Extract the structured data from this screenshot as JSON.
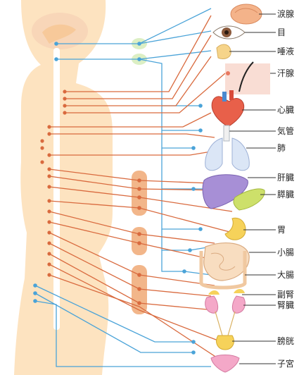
{
  "colors": {
    "body_fill": "#fde3c0",
    "body_dark": "#f7c99a",
    "brain": "#f8d6b8",
    "spine": "#ffffff",
    "sympathetic": "#d96a3e",
    "parasympathetic": "#4aa3d8",
    "ganglion": "#f2b68a",
    "vagus_glow": "#dcefc4",
    "leader": "#333333"
  },
  "organs": [
    {
      "id": "lacrimal",
      "label": "涙腺",
      "icon": "lacrimal-gland-icon"
    },
    {
      "id": "eye",
      "label": "目",
      "icon": "eye-icon"
    },
    {
      "id": "salivary",
      "label": "唾液",
      "icon": "salivary-gland-icon"
    },
    {
      "id": "sweat",
      "label": "汗腺",
      "icon": "sweat-gland-icon"
    },
    {
      "id": "heart",
      "label": "心臓",
      "icon": "heart-icon"
    },
    {
      "id": "trachea",
      "label": "気管",
      "icon": "trachea-icon"
    },
    {
      "id": "lung",
      "label": "肺",
      "icon": "lung-icon"
    },
    {
      "id": "liver",
      "label": "肝臓",
      "icon": "liver-icon"
    },
    {
      "id": "pancreas",
      "label": "膵臓",
      "icon": "pancreas-icon"
    },
    {
      "id": "stomach",
      "label": "胃",
      "icon": "stomach-icon"
    },
    {
      "id": "small_intestine",
      "label": "小腸",
      "icon": "small-intestine-icon"
    },
    {
      "id": "large_intestine",
      "label": "大腸",
      "icon": "large-intestine-icon"
    },
    {
      "id": "adrenal",
      "label": "副腎",
      "icon": "adrenal-gland-icon"
    },
    {
      "id": "kidney",
      "label": "腎臓",
      "icon": "kidney-icon"
    },
    {
      "id": "bladder",
      "label": "膀胱",
      "icon": "bladder-icon"
    },
    {
      "id": "uterus",
      "label": "子宮",
      "icon": "uterus-icon"
    }
  ]
}
